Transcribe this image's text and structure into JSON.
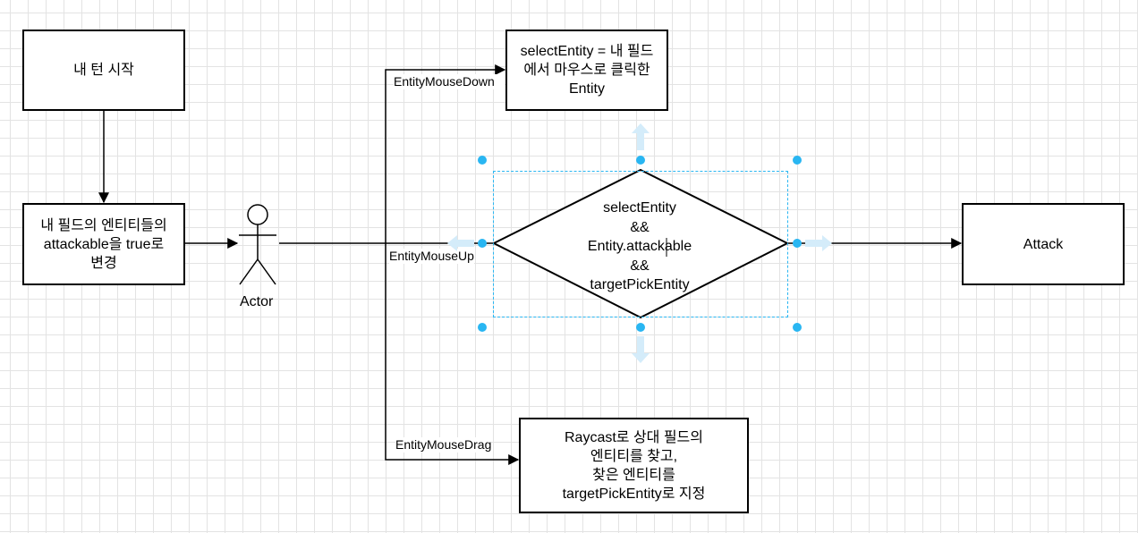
{
  "nodes": {
    "start": "내 턴 시작",
    "set_attackable": "내 필드의 엔티티들의\nattackable을 true로\n변경",
    "actor": "Actor",
    "select_entity": "selectEntity = 내 필드\n에서 마우스로 클릭한\nEntity",
    "condition": "selectEntity\n&&\nEntity.attackable\n&&\ntargetPickEntity",
    "attack": "Attack",
    "raycast": "Raycast로 상대 필드의\n엔티티를 찾고,\n찾은 엔티티를\ntargetPickEntity로 지정"
  },
  "edge_labels": {
    "mouse_down": "EntityMouseDown",
    "mouse_up": "EntityMouseUp",
    "mouse_drag": "EntityMouseDrag"
  },
  "colors": {
    "selection": "#29b6f2",
    "selection_hint": "#d4ecfa",
    "grid": "#e3e3e3"
  },
  "icons": {
    "actor": "stick-figure-icon",
    "handles": "resize-handle-icon",
    "hints": "connect-arrow-icon"
  }
}
